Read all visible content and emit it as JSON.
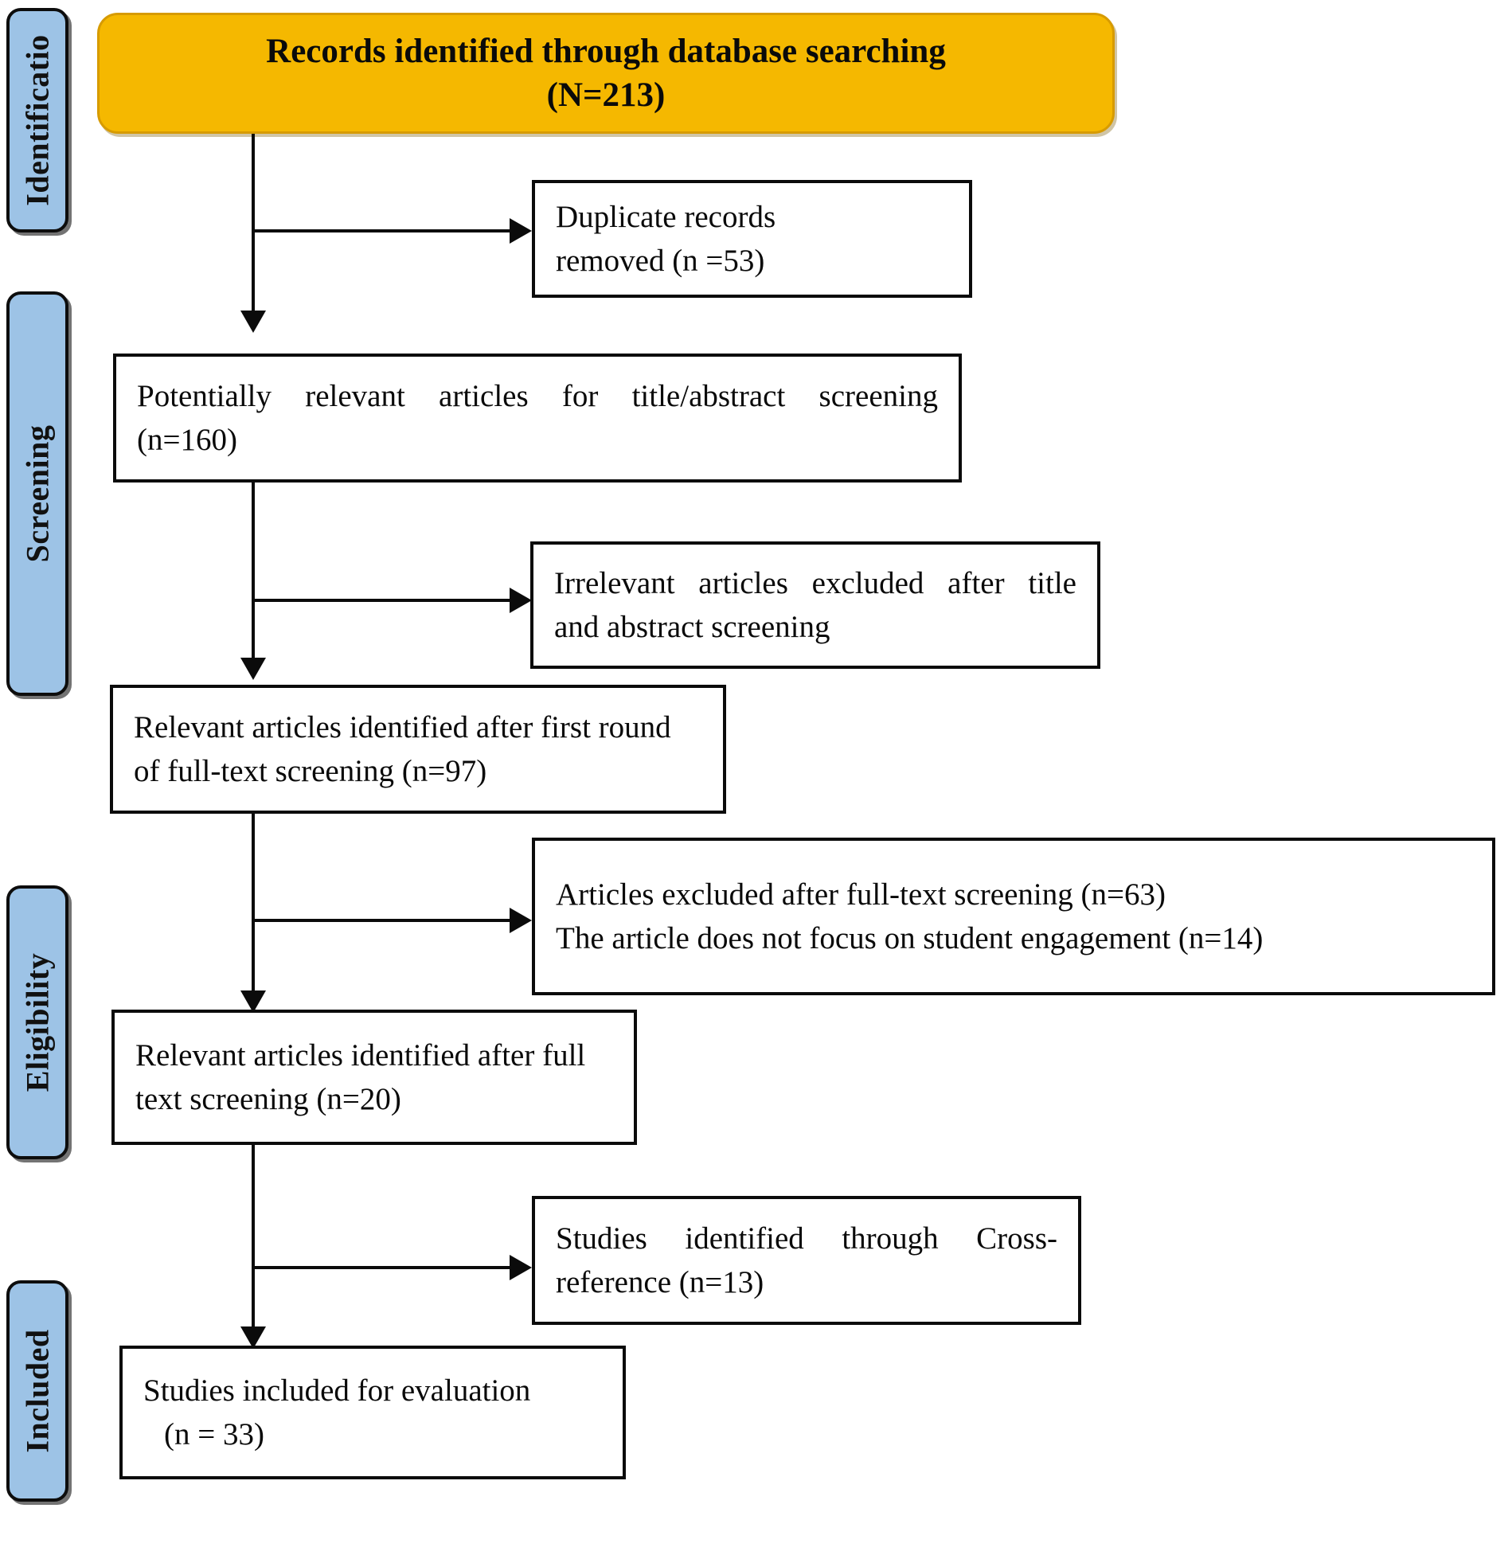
{
  "diagram": {
    "title": "PRISMA study selection flow diagram",
    "colors": {
      "stage_fill": "#9dc3e6",
      "stage_border": "#0d0d0d",
      "header_fill": "#f5b800",
      "header_border": "#d79b00",
      "box_border": "#0b0b0b",
      "text": "#0a0a0a",
      "background": "#ffffff"
    },
    "stages": [
      {
        "id": "identification",
        "label": "Identificatio"
      },
      {
        "id": "screening",
        "label": "Screening"
      },
      {
        "id": "eligibility",
        "label": "Eligibility"
      },
      {
        "id": "included",
        "label": "Included"
      }
    ],
    "boxes": {
      "identified": {
        "line1": "Records identified through database searching",
        "line2": "(N=213)"
      },
      "duplicates_removed": {
        "line1": "Duplicate records",
        "line2": "removed (n =53)"
      },
      "potentially_relevant": {
        "line1": "Potentially relevant articles for title/abstract screening",
        "line2": "(n=160)"
      },
      "irrelevant_excluded": {
        "line1": "Irrelevant articles excluded after title",
        "line2": "and abstract screening"
      },
      "relevant_first_round": {
        "line1": "Relevant articles identified after first round",
        "line2": "of full-text screening (n=97)"
      },
      "excluded_fulltext": {
        "line1": "Articles excluded after full-text screening (n=63)",
        "line2": "The article does not focus on student engagement (n=14)"
      },
      "relevant_fulltext": {
        "line1": "Relevant articles identified after full",
        "line2": "text screening (n=20)"
      },
      "cross_reference": {
        "line1": "Studies identified through Cross-",
        "line2": "reference (n=13)"
      },
      "included_final": {
        "line1": "Studies included for evaluation",
        "line2": "(n = 33)"
      }
    },
    "chart_data": {
      "type": "flowchart",
      "title": "PRISMA study selection flow",
      "nodes": [
        {
          "id": "identified",
          "stage": "Identificatio",
          "label": "Records identified through database searching",
          "count": 213,
          "count_key": "N"
        },
        {
          "id": "duplicates_removed",
          "stage": "Identificatio",
          "label": "Duplicate records removed",
          "count": 53,
          "count_key": "n"
        },
        {
          "id": "potentially_relevant",
          "stage": "Screening",
          "label": "Potentially relevant articles for title/abstract screening",
          "count": 160,
          "count_key": "n"
        },
        {
          "id": "irrelevant_excluded",
          "stage": "Screening",
          "label": "Irrelevant articles excluded after title and abstract screening",
          "count": null,
          "count_key": null
        },
        {
          "id": "relevant_first_round",
          "stage": "Screening",
          "label": "Relevant articles identified after first round of full-text screening",
          "count": 97,
          "count_key": "n"
        },
        {
          "id": "excluded_fulltext",
          "stage": "Eligibility",
          "label": "Articles excluded after full-text screening",
          "count": 63,
          "count_key": "n"
        },
        {
          "id": "excluded_not_focus",
          "stage": "Eligibility",
          "label": "The article does not focus on student engagement",
          "count": 14,
          "count_key": "n"
        },
        {
          "id": "relevant_fulltext",
          "stage": "Eligibility",
          "label": "Relevant articles identified after full text screening",
          "count": 20,
          "count_key": "n"
        },
        {
          "id": "cross_reference",
          "stage": "Included",
          "label": "Studies identified through Cross-reference",
          "count": 13,
          "count_key": "n"
        },
        {
          "id": "included_final",
          "stage": "Included",
          "label": "Studies included for evaluation",
          "count": 33,
          "count_key": "n"
        }
      ],
      "edges": [
        {
          "from": "identified",
          "to": "duplicates_removed",
          "direction": "right"
        },
        {
          "from": "identified",
          "to": "potentially_relevant",
          "direction": "down"
        },
        {
          "from": "potentially_relevant",
          "to": "irrelevant_excluded",
          "direction": "right"
        },
        {
          "from": "potentially_relevant",
          "to": "relevant_first_round",
          "direction": "down"
        },
        {
          "from": "relevant_first_round",
          "to": "excluded_fulltext",
          "direction": "right"
        },
        {
          "from": "relevant_first_round",
          "to": "relevant_fulltext",
          "direction": "down"
        },
        {
          "from": "relevant_fulltext",
          "to": "cross_reference",
          "direction": "right"
        },
        {
          "from": "relevant_fulltext",
          "to": "included_final",
          "direction": "down"
        }
      ]
    }
  }
}
